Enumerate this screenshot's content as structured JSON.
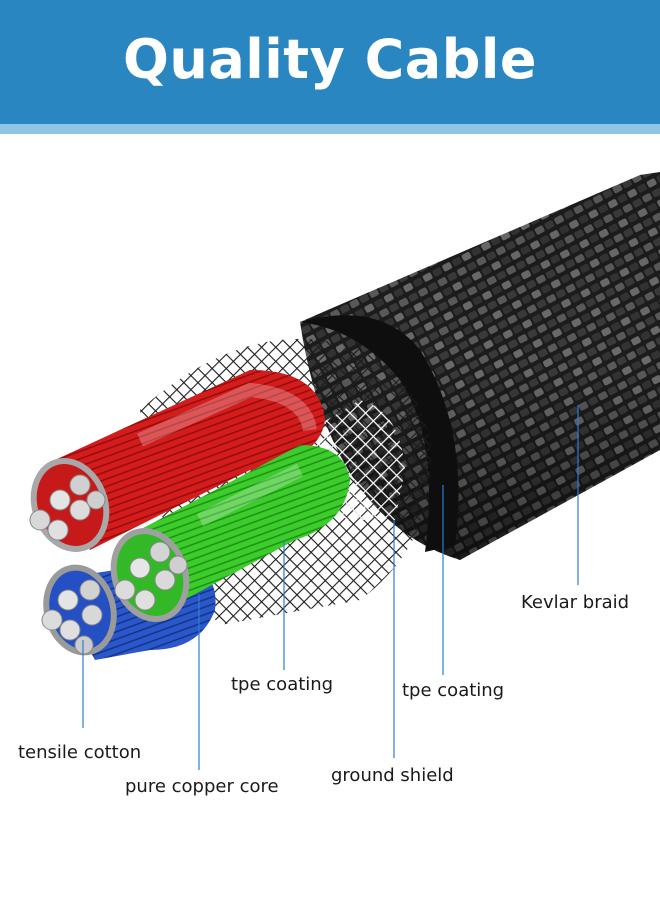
{
  "header": {
    "title": "Quality Cable"
  },
  "colors": {
    "header_bg": "#2a86c0",
    "header_stripe": "#8ec4e4",
    "leader_line": "#2a7fd0",
    "red_core": "#d81e1e",
    "green_core": "#34c42a",
    "blue_core": "#2452c8",
    "braid": "#2a2a2a"
  },
  "labels": {
    "kevlar_braid": "Kevlar braid",
    "tpe_coating_outer": "tpe coating",
    "tpe_coating_inner": "tpe coating",
    "ground_shield": "ground shield",
    "pure_copper_core": "pure copper core",
    "tensile_cotton": "tensile cotton"
  }
}
